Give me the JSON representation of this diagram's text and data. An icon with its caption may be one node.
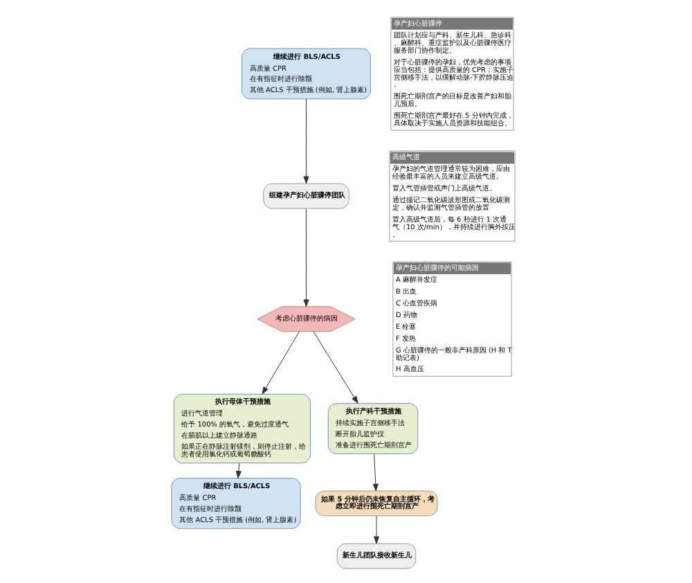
{
  "diagram": {
    "nodes": [
      {
        "text": [
          "继续进行 BLS/ACLS",
          "高质量 CPR",
          "在有指征时进行除颤",
          "其他 ACLS 干预措施 (例如, 肾上腺素)"
        ]
      },
      {
        "text": [
          "组建孕产妇心脏骤停团队"
        ]
      },
      {
        "text": [
          "考虑心脏骤停的病因"
        ]
      },
      {
        "text": [
          "执行母体干预措施",
          "进行气道管理",
          "给予 100% 的氧气，避免过度通气",
          "在膈肌以上建立静脉通路",
          "如果正在静脉注射镁剂，则停止注射，给患者使用氯化钙或葡萄糖酸钙"
        ]
      },
      {
        "text": [
          "执行产科干预措施",
          "持续实施子宫侧移手法",
          "断开胎儿监护仪",
          "准备进行围死亡期剖宫产"
        ]
      },
      {
        "text": [
          "继续进行 BLS/ACLS",
          "高质量 CPR",
          "在有指征时进行除颤",
          "其他 ACLS 干预措施 (例如, 肾上腺素)"
        ]
      },
      {
        "text": [
          "如果 5 分钟后仍未恢复自主循环，考虑立即进行围死亡期剖宫产"
        ]
      },
      {
        "text": [
          "新生儿团队接收新生儿"
        ]
      },
      {
        "text": [
          "孕产妇心脏骤停",
          "团队计划应与产科、新生儿科、急诊科、麻醉科、重症监护以及心脏骤停医疗服务部门协作制定。",
          "对于心脏骤停的孕妇，优先考虑的事项应当包括：提供高质量的 CPR；实施子宫侧移手法，以缓解动脉-下腔静脉压迫。",
          "围死亡期剖宫产的目标是改善产妇和胎儿预后。",
          "围死亡期剖宫产最好在 5 分钟内完成，具体取决于实施人员资源和技能组合。"
        ]
      },
      {
        "text": [
          "高级气道",
          "孕产妇的气道管理通常较为困难，应由经验最丰富的人员来建立高级气道。",
          "置入气管插管或声门上高级气道。",
          "通过描记二氧化碳波形图或二氧化碳测定，确认并监测气管插管的放置",
          "置入高级气道后，每 6 秒进行 1 次通气（10 次/min），并持续进行胸外按压。"
        ]
      },
      {
        "text": [
          "孕产妇心脏骤停的可能病因",
          "A 麻醉并发症",
          "B 出血",
          "C 心血管疾病",
          "D 药物",
          "E 栓塞",
          "F 发热",
          "G 心脏骤停的一般非产科原因 (H 和 T 助记表)",
          "H 高血压"
        ]
      }
    ],
    "edges": [
      {
        "from": 0,
        "to": 1,
        "arrow": "to"
      },
      {
        "from": 1,
        "to": 2,
        "arrow": "to"
      },
      {
        "from": 2,
        "to": 3,
        "arrow": "to"
      },
      {
        "from": 2,
        "to": 4,
        "arrow": "to"
      },
      {
        "from": 3,
        "to": 5,
        "arrow": "to"
      },
      {
        "from": 4,
        "to": 6,
        "arrow": "to"
      },
      {
        "from": 6,
        "to": 7,
        "arrow": "to"
      }
    ]
  }
}
